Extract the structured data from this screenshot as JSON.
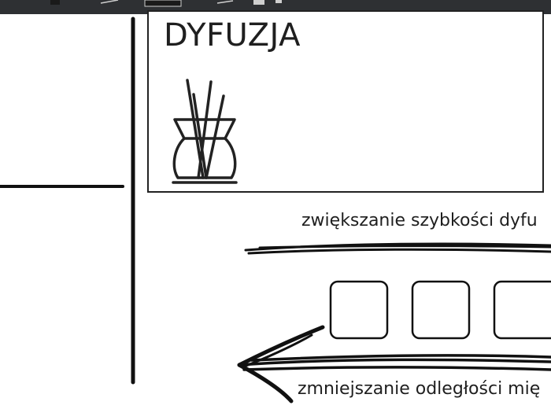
{
  "window": {
    "titlebar_color": "#2e3033"
  },
  "toolbar_icons": [
    "app-menu-icon",
    "slider-icon",
    "window-icon",
    "minimize-icon"
  ],
  "canvas": {
    "card": {
      "title": "DYFUZJA",
      "icon": "reed-diffuser-icon"
    },
    "arrow_top": {
      "label": "zwiększanie szybkości dyfu"
    },
    "arrow_bottom": {
      "label": "zmniejszanie odległości mię"
    },
    "squares_count": 3
  }
}
